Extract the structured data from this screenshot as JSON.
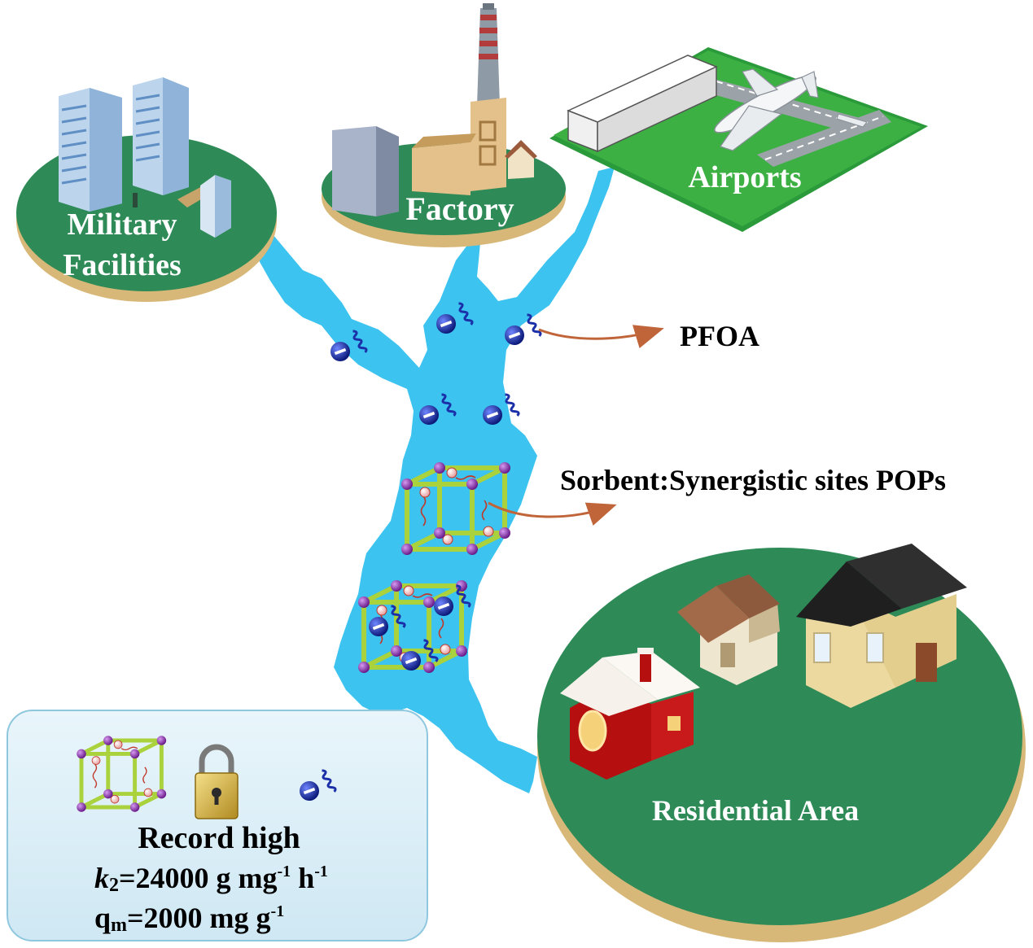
{
  "labels": {
    "military_line1": "Military",
    "military_line2": "Facilities",
    "factory": "Factory",
    "airports": "Airports",
    "pfoa": "PFOA",
    "sorbent": "Sorbent:Synergistic sites POPs",
    "residential": "Residential Area"
  },
  "info_box": {
    "title": "Record high",
    "k2_symbol": "k",
    "k2_sub": "2",
    "k2_value": "=24000 g mg",
    "k2_sup1": "-1",
    "k2_unit2": " h",
    "k2_sup2": "-1",
    "qm_symbol": "q",
    "qm_sub": "m",
    "qm_value": "=2000 mg g",
    "qm_sup": "-1"
  },
  "colors": {
    "water": "#3cc3f0",
    "island_top": "#2e8b57",
    "island_base": "#d8b878",
    "airport_green": "#3cb043",
    "cube_bar": "#a9d23c",
    "cube_node": "#8e2dae",
    "anion": "#1a2fa8",
    "arrow": "#c0653a"
  },
  "icons": [
    "building-icon",
    "chimney-icon",
    "plane-icon",
    "house-icon",
    "lock-icon",
    "anion-icon",
    "cube-sorbent-icon"
  ]
}
